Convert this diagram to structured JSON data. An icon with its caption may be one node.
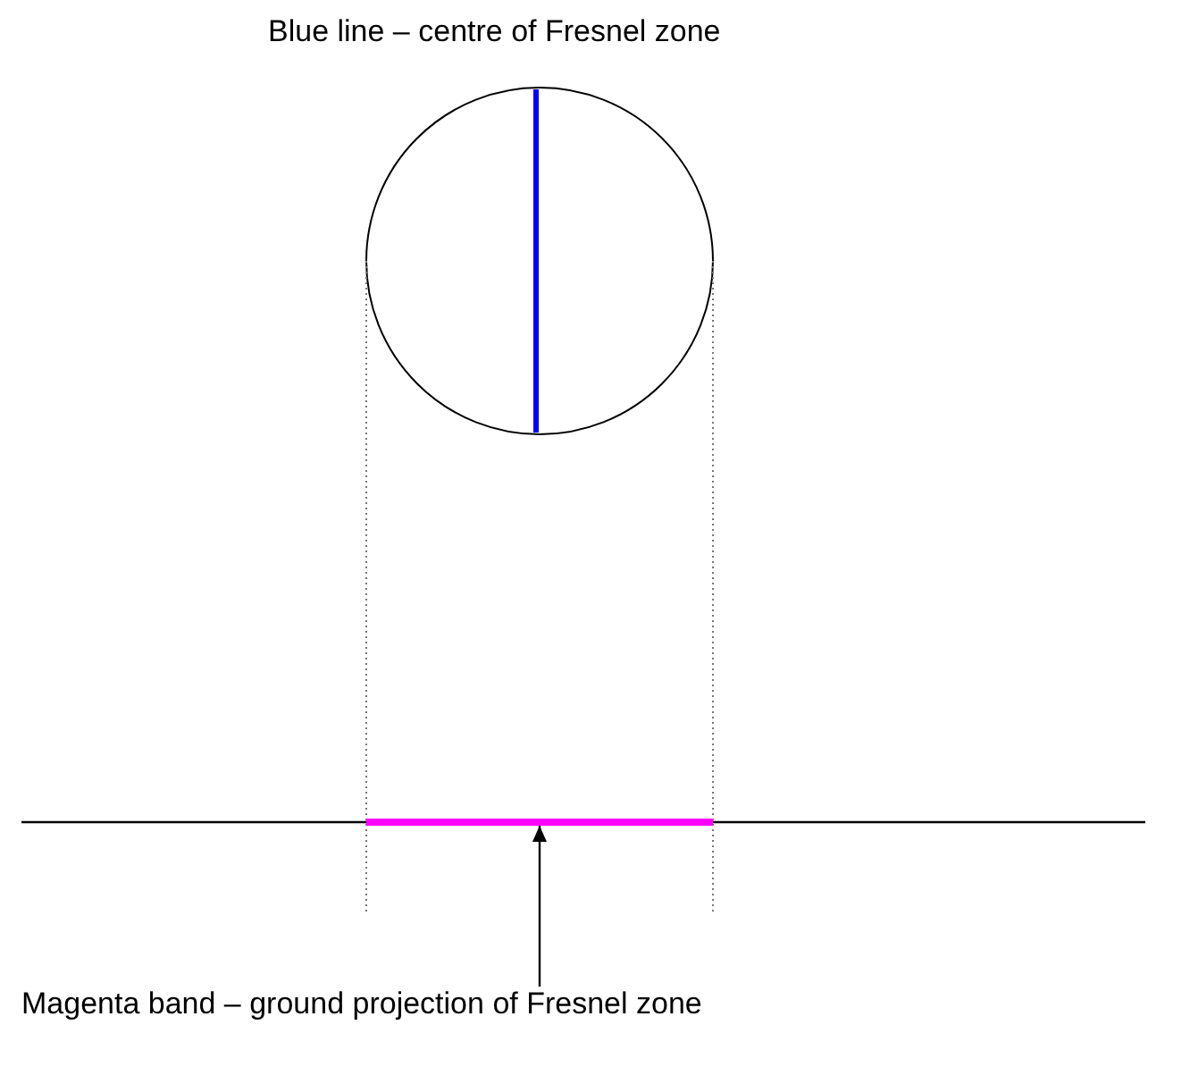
{
  "diagram": {
    "nodes": [
      {
        "text": [
          "Magenta band – ground projection of Fresnel zone"
        ]
      },
      {
        "text": [],
        "shape": "bar"
      }
    ],
    "edges": [
      {
        "from": 0,
        "to": 1,
        "arrow": "to"
      }
    ],
    "labels": [
      "Blue line – centre of Fresnel zone"
    ]
  }
}
